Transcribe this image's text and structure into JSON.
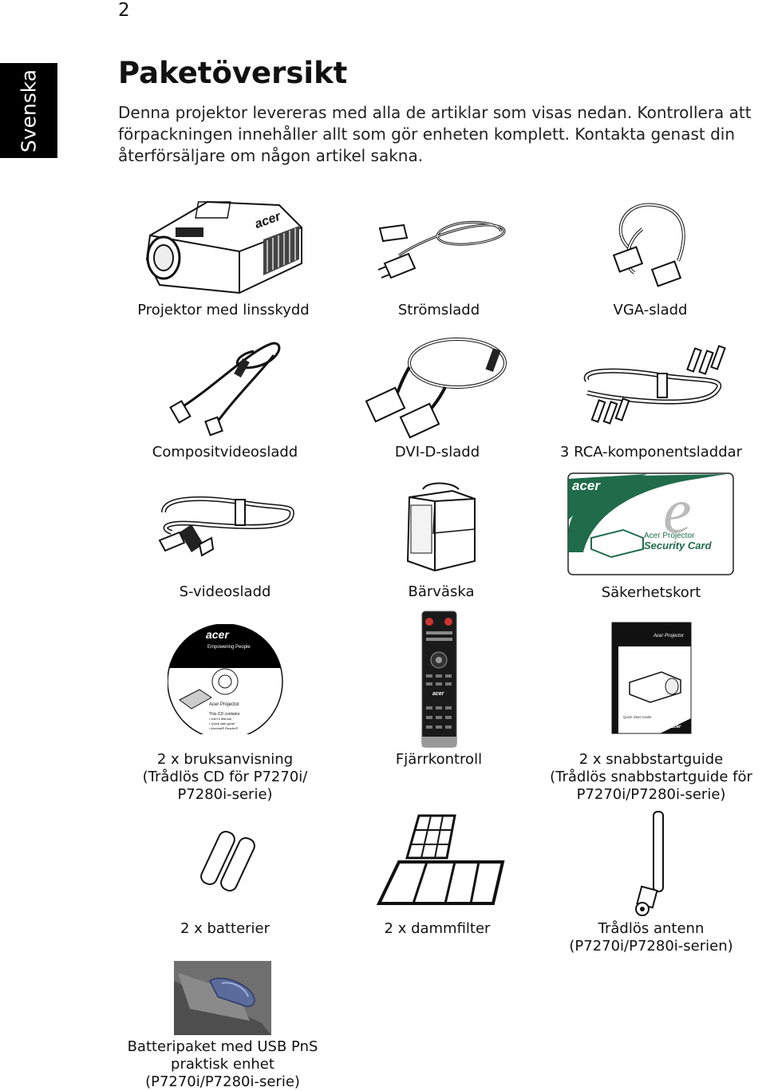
{
  "page": {
    "number": "2",
    "side_tab": "Svenska",
    "title": "Paketöversikt",
    "intro": "Denna projektor levereras med alla de artiklar som visas nedan. Kontrollera att förpackningen innehåller allt som gör enheten komplett. Kontakta genast din återförsäljare om någon artikel sakna."
  },
  "items": {
    "projector": {
      "label": "Projektor med linsskydd",
      "brand": "acer"
    },
    "power_cord": {
      "label": "Strömsladd"
    },
    "vga_cable": {
      "label": "VGA-sladd"
    },
    "composite_cable": {
      "label": "Compositvideosladd"
    },
    "dvi_cable": {
      "label": "DVI-D-sladd"
    },
    "rca_cable": {
      "label": "3 RCA-komponentsladdar"
    },
    "svideo_cable": {
      "label": "S-videosladd"
    },
    "carry_bag": {
      "label": "Bärväska"
    },
    "security_card": {
      "label": "Säkerhetskort",
      "brand": "acer",
      "card_line1": "Acer Projector",
      "card_line2": "Security Card"
    },
    "manual_cd": {
      "label_lines": [
        "2 x bruksanvisning",
        "(Trådlös CD för P7270i/",
        "P7280i-serie)"
      ],
      "brand": "acer",
      "tagline": "Empowering People",
      "disc_title": "Acer Projector",
      "contents_title": "This CD contains:",
      "contents": [
        "• User's Manual",
        "• Quick start guide",
        "• Acrobat® Reader®"
      ]
    },
    "remote": {
      "label": "Fjärrkontroll",
      "brand": "acer"
    },
    "quick_guide": {
      "label_lines": [
        "2 x snabbstartguide",
        "(Trådlös snabbstartguide för",
        "P7270i/P7280i-serie)"
      ],
      "header": "Acer Projector",
      "footer": "Quick Start Guide",
      "brand": "acer"
    },
    "batteries": {
      "label": "2 x batterier"
    },
    "dust_filter": {
      "label": "2 x dammfilter"
    },
    "antenna": {
      "label_lines": [
        "Trådlös antenn",
        "(P7270i/P7280i-serien)"
      ]
    },
    "battery_pack": {
      "label_lines": [
        "Batteripaket med USB PnS",
        "praktisk enhet",
        "(P7270i/P7280i-serie)"
      ]
    }
  },
  "colors": {
    "side_tab_bg": "#000000",
    "card_green": "#1f6b4a",
    "pack_gray": "#6f6f6f",
    "pack_blue": "#5a6b9c"
  }
}
